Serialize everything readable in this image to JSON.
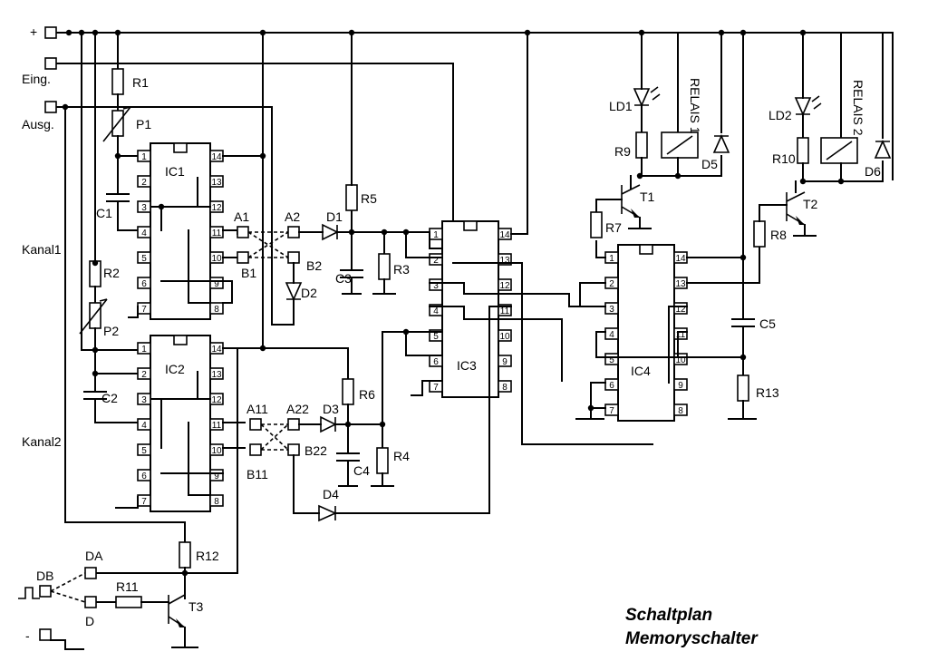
{
  "terminals": {
    "plus": "+",
    "minus": "-",
    "eing": "Eing.",
    "ausg": "Ausg.",
    "kanal1": "Kanal1",
    "kanal2": "Kanal2",
    "db": "DB",
    "da": "DA",
    "d": "D"
  },
  "components": {
    "r1": "R1",
    "p1": "P1",
    "c1": "C1",
    "r2": "R2",
    "p2": "P2",
    "c2": "C2",
    "ic1": "IC1",
    "ic2": "IC2",
    "ic3": "IC3",
    "ic4": "IC4",
    "a1": "A1",
    "b1": "B1",
    "a2": "A2",
    "b2": "B2",
    "a11": "A11",
    "b11": "B11",
    "a22": "A22",
    "b22": "B22",
    "d1": "D1",
    "d2": "D2",
    "d3": "D3",
    "d4": "D4",
    "d5": "D5",
    "d6": "D6",
    "r3": "R3",
    "r4": "R4",
    "r5": "R5",
    "r6": "R6",
    "r7": "R7",
    "r8": "R8",
    "r9": "R9",
    "r10": "R10",
    "r11": "R11",
    "r12": "R12",
    "r13": "R13",
    "c3": "C3",
    "c4": "C4",
    "c5": "C5",
    "ld1": "LD1",
    "ld2": "LD2",
    "relais1": "RELAIS 1",
    "relais2": "RELAIS 2",
    "t1": "T1",
    "t2": "T2",
    "t3": "T3"
  },
  "title": {
    "line1": "Schaltplan",
    "line2": "Memoryschalter"
  }
}
